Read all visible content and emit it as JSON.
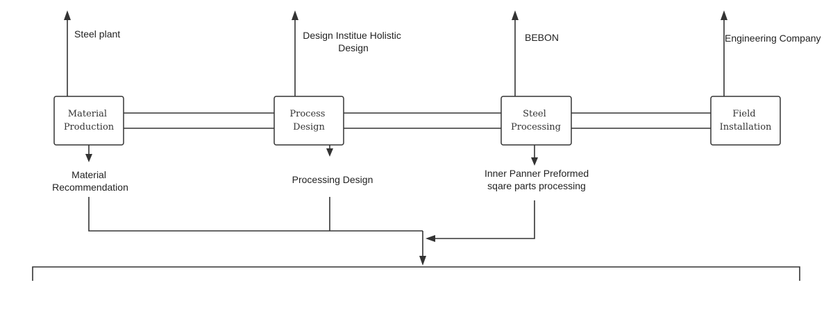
{
  "stages": [
    {
      "id": "material-production",
      "lines": [
        "Material",
        "Production"
      ]
    },
    {
      "id": "process-design",
      "lines": [
        "Process",
        "Design"
      ]
    },
    {
      "id": "steel-processing",
      "lines": [
        "Steel",
        "Processing"
      ]
    },
    {
      "id": "field-installation",
      "lines": [
        "Field",
        "Installation"
      ]
    }
  ],
  "top_labels": [
    {
      "id": "steel-plant",
      "lines": [
        "Steel plant"
      ]
    },
    {
      "id": "design-institue",
      "lines": [
        "Design Institue Holistic",
        "Design"
      ]
    },
    {
      "id": "bebon",
      "lines": [
        "BEBON"
      ]
    },
    {
      "id": "engineering-company",
      "lines": [
        "Engineering Company"
      ]
    }
  ],
  "bottom_labels": [
    {
      "id": "material-recommendation",
      "lines": [
        "Material",
        "Recommendation"
      ]
    },
    {
      "id": "processing-design",
      "lines": [
        "Processing Design"
      ]
    },
    {
      "id": "inner-panner",
      "lines": [
        "Inner Panner Preformed",
        "sqare parts processing"
      ]
    }
  ],
  "colors": {
    "stroke": "#333333",
    "background": "#ffffff"
  }
}
